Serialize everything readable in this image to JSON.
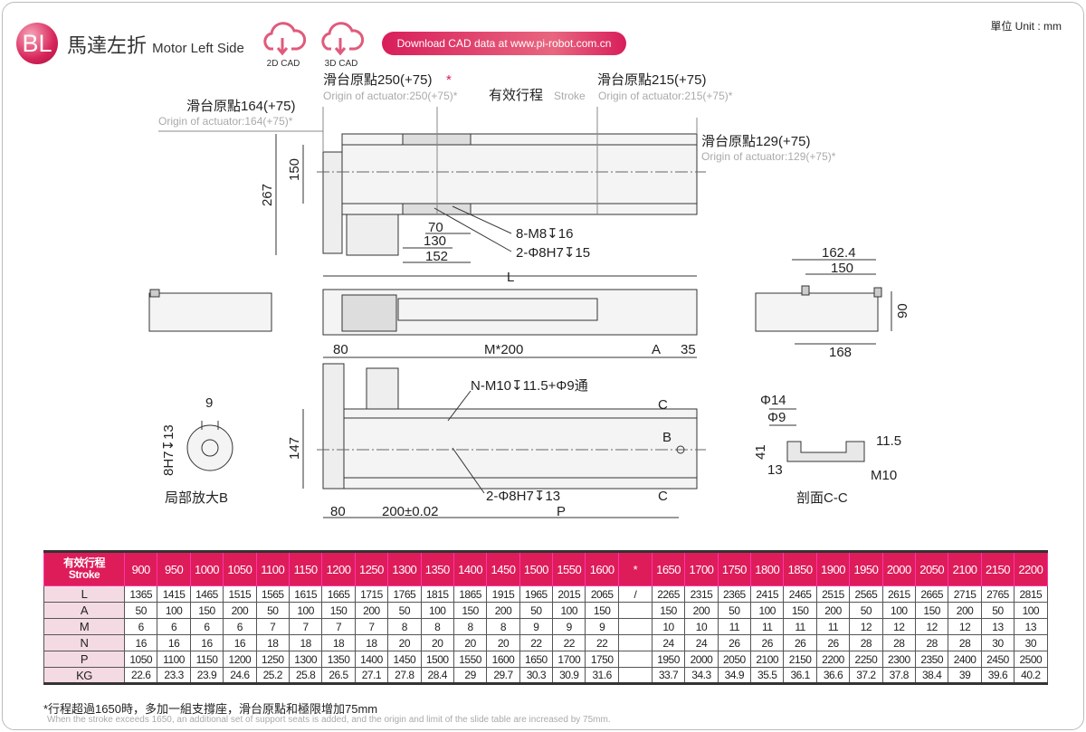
{
  "header": {
    "badge": "BL",
    "title_cn": "馬達左折",
    "title_en": "Motor Left Side",
    "cad2d": "2D CAD",
    "cad3d": "3D CAD",
    "download": "Download CAD data at www.pi-robot.com.cn",
    "unit": "單位 Unit : mm"
  },
  "drawing": {
    "origin250": "滑台原點250(+75)",
    "origin250_en": "Origin of actuator:250(+75)*",
    "origin215": "滑台原點215(+75)",
    "origin215_en": "Origin of actuator:215(+75)*",
    "origin164": "滑台原點164(+75)",
    "origin164_en": "Origin of actuator:164(+75)*",
    "origin129": "滑台原點129(+75)",
    "origin129_en": "Origin of actuator:129(+75)*",
    "star": "*",
    "stroke_cn": "有效行程",
    "stroke_en": "Stroke",
    "d150": "150",
    "d267": "267",
    "d70": "70",
    "d130": "130",
    "d152": "152",
    "m8": "8-M8↧16",
    "phi8a": "2-Φ8H7↧15",
    "L": "L",
    "d162": "162.4",
    "d150b": "150",
    "d90": "90",
    "d168": "168",
    "d80": "80",
    "m200": "M*200",
    "A": "A",
    "d35": "35",
    "nm10": "N-M10↧11.5+Φ9通",
    "C1": "C",
    "C2": "C",
    "B": "B",
    "d147": "147",
    "d80b": "80",
    "d200": "200±0.02",
    "P": "P",
    "phi8b": "2-Φ8H7↧13",
    "d9": "9",
    "h8": "8H7↧13",
    "detailB": "局部放大B",
    "phi14": "Φ14",
    "phi9": "Φ9",
    "d41": "41",
    "d13": "13",
    "d115": "11.5",
    "m10": "M10",
    "sectionCC": "剖面C-C"
  },
  "table": {
    "header_cn": "有效行程",
    "header_en": "Stroke",
    "strokes_a": [
      "900",
      "950",
      "1000",
      "1050",
      "1100",
      "1150",
      "1200",
      "1250",
      "1300",
      "1350",
      "1400",
      "1450",
      "1500",
      "1550",
      "1600"
    ],
    "star": "*",
    "strokes_b": [
      "1650",
      "1700",
      "1750",
      "1800",
      "1850",
      "1900",
      "1950",
      "2000",
      "2050",
      "2100",
      "2150",
      "2200"
    ],
    "rows": [
      {
        "label": "L",
        "a": [
          "1365",
          "1415",
          "1465",
          "1515",
          "1565",
          "1615",
          "1665",
          "1715",
          "1765",
          "1815",
          "1865",
          "1915",
          "1965",
          "2015",
          "2065"
        ],
        "mid": "/",
        "b": [
          "2265",
          "2315",
          "2365",
          "2415",
          "2465",
          "2515",
          "2565",
          "2615",
          "2665",
          "2715",
          "2765",
          "2815"
        ]
      },
      {
        "label": "A",
        "a": [
          "50",
          "100",
          "150",
          "200",
          "50",
          "100",
          "150",
          "200",
          "50",
          "100",
          "150",
          "200",
          "50",
          "100",
          "150"
        ],
        "mid": "",
        "b": [
          "150",
          "200",
          "50",
          "100",
          "150",
          "200",
          "50",
          "100",
          "150",
          "200",
          "50",
          "100"
        ]
      },
      {
        "label": "M",
        "a": [
          "6",
          "6",
          "6",
          "6",
          "7",
          "7",
          "7",
          "7",
          "8",
          "8",
          "8",
          "8",
          "9",
          "9",
          "9"
        ],
        "mid": "",
        "b": [
          "10",
          "10",
          "11",
          "11",
          "11",
          "11",
          "12",
          "12",
          "12",
          "12",
          "13",
          "13"
        ]
      },
      {
        "label": "N",
        "a": [
          "16",
          "16",
          "16",
          "16",
          "18",
          "18",
          "18",
          "18",
          "20",
          "20",
          "20",
          "20",
          "22",
          "22",
          "22"
        ],
        "mid": "",
        "b": [
          "24",
          "24",
          "26",
          "26",
          "26",
          "26",
          "28",
          "28",
          "28",
          "28",
          "30",
          "30"
        ]
      },
      {
        "label": "P",
        "a": [
          "1050",
          "1100",
          "1150",
          "1200",
          "1250",
          "1300",
          "1350",
          "1400",
          "1450",
          "1500",
          "1550",
          "1600",
          "1650",
          "1700",
          "1750"
        ],
        "mid": "",
        "b": [
          "1950",
          "2000",
          "2050",
          "2100",
          "2150",
          "2200",
          "2250",
          "2300",
          "2350",
          "2400",
          "2450",
          "2500"
        ]
      },
      {
        "label": "KG",
        "a": [
          "22.6",
          "23.3",
          "23.9",
          "24.6",
          "25.2",
          "25.8",
          "26.5",
          "27.1",
          "27.8",
          "28.4",
          "29",
          "29.7",
          "30.3",
          "30.9",
          "31.6"
        ],
        "mid": "",
        "b": [
          "33.7",
          "34.3",
          "34.9",
          "35.5",
          "36.1",
          "36.6",
          "37.2",
          "37.8",
          "38.4",
          "39",
          "39.6",
          "40.2"
        ]
      }
    ]
  },
  "notes": {
    "cn": "*行程超過1650時，多加一組支撐座，滑台原點和極限增加75mm",
    "en": "When the stroke exceeds 1650, an additional set of support seats is added, and the origin and limit of the slide table are increased by 75mm."
  },
  "colors": {
    "accent": "#de1c5a"
  }
}
